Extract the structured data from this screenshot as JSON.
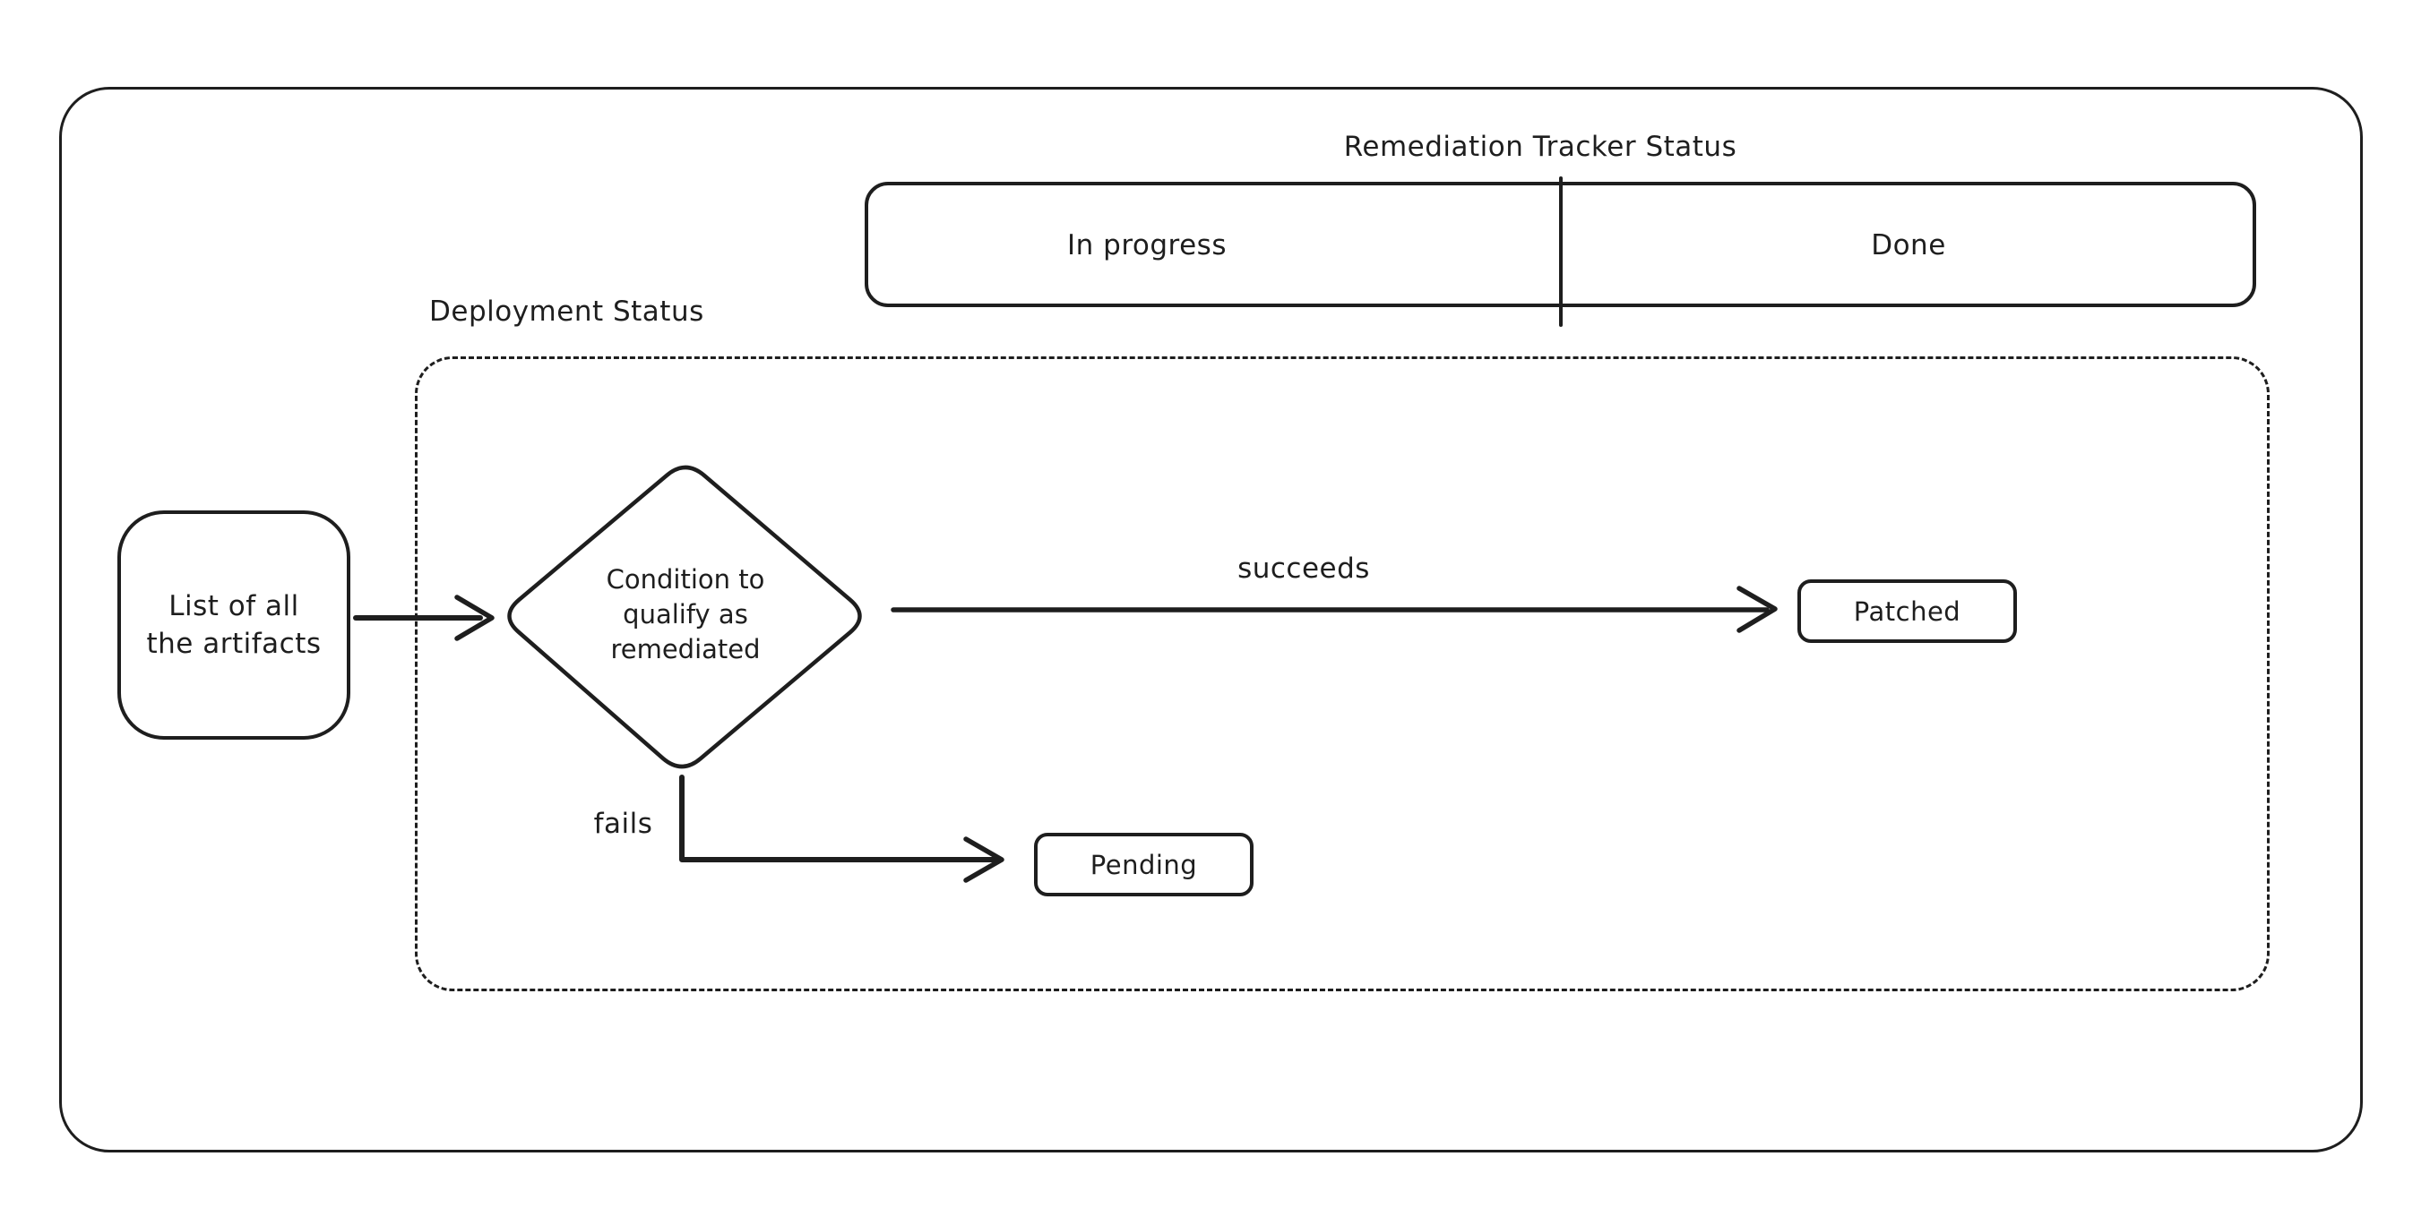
{
  "title": "Remediation Tracker Status",
  "tracker_bar": {
    "left_cell": "In progress",
    "right_cell": "Done"
  },
  "deployment_frame_label": "Deployment Status",
  "nodes": {
    "artifacts_label": "List of all\nthe artifacts",
    "condition_label": "Condition to\nqualify as\nremediated",
    "patched_label": "Patched",
    "pending_label": "Pending"
  },
  "edge_labels": {
    "succeeds": "succeeds",
    "fails": "fails"
  },
  "colors": {
    "ink": "#1e1e1e",
    "paper": "#ffffff"
  }
}
